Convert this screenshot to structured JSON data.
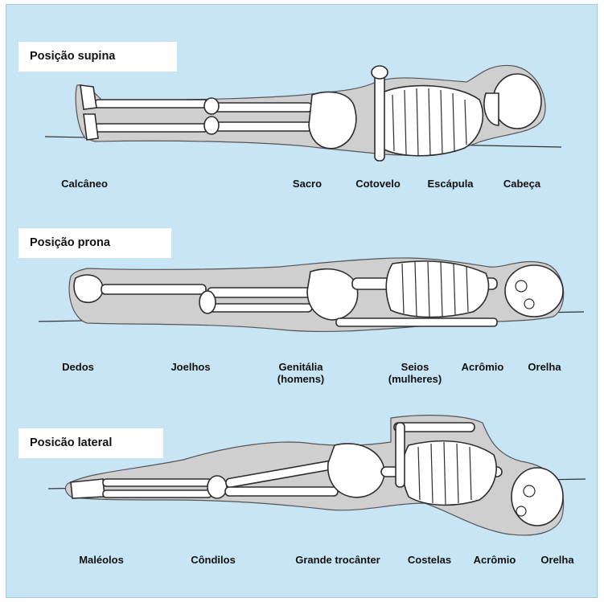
{
  "sections": [
    {
      "title": "Posição supina",
      "labels": [
        {
          "line1": "Calcâneo"
        },
        {
          "line1": "Sacro"
        },
        {
          "line1": "Cotovelo"
        },
        {
          "line1": "Escápula"
        },
        {
          "line1": "Cabeça"
        }
      ]
    },
    {
      "title": "Posição prona",
      "labels": [
        {
          "line1": "Dedos"
        },
        {
          "line1": "Joelhos"
        },
        {
          "line1": "Genitália",
          "line2": "(homens)"
        },
        {
          "line1": "Seios",
          "line2": "(mulheres)"
        },
        {
          "line1": "Acrômio"
        },
        {
          "line1": "Orelha"
        }
      ]
    },
    {
      "title": "Posicão lateral",
      "labels": [
        {
          "line1": "Maléolos"
        },
        {
          "line1": "Côndilos"
        },
        {
          "line1": "Grande trocânter"
        },
        {
          "line1": "Costelas"
        },
        {
          "line1": "Acrômio"
        },
        {
          "line1": "Orelha"
        }
      ]
    }
  ],
  "colors": {
    "background": "#c7e5f4",
    "body_fill": "#cfcfcf",
    "skeleton": "#ffffff"
  }
}
